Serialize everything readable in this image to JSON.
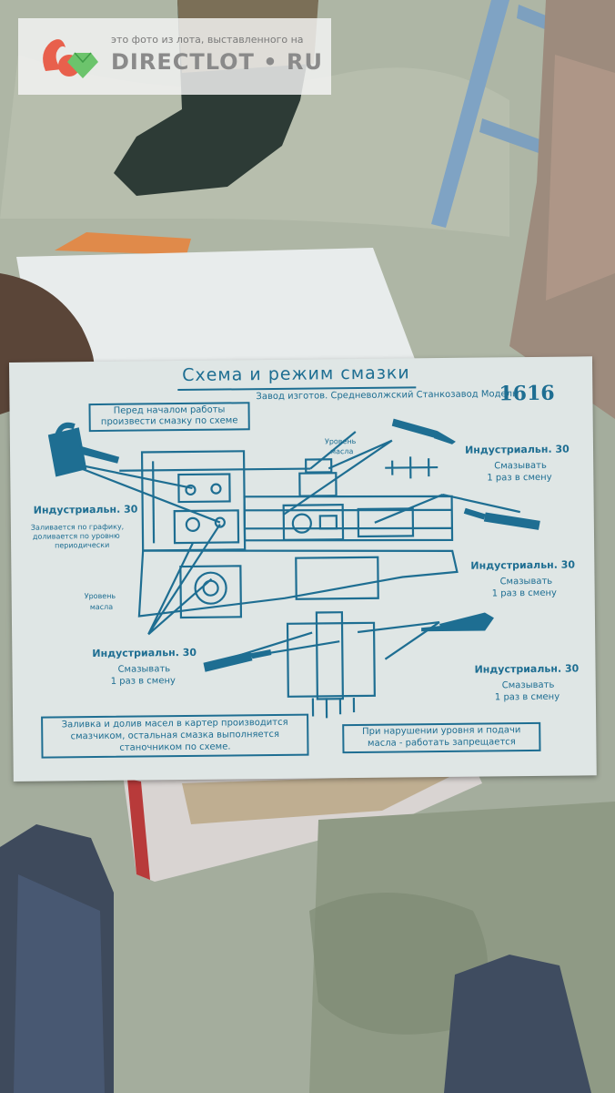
{
  "watermark": {
    "caption": "это фото из лота, выставленного на",
    "brand": "DIRECTLOT • RU"
  },
  "card": {
    "title": "Схема и режим смазки",
    "factory": "Завод изготов. Средневолжский Станкозавод Модель",
    "model": "1616",
    "before_work": [
      "Перед началом работы",
      "произвести смазку по схеме"
    ],
    "oil_level_top": [
      "Уровень",
      "масла"
    ],
    "oil_level_left": [
      "Уровень",
      "масла"
    ],
    "left_oil": {
      "name": "Индустриальн. 30",
      "notes": [
        "Заливается по графику,",
        "доливается по уровню",
        "периодически"
      ]
    },
    "right_top": {
      "name": "Индустриальн. 30",
      "notes": [
        "Смазывать",
        "1 раз в смену"
      ]
    },
    "right_mid": {
      "name": "Индустриальн. 30",
      "notes": [
        "Смазывать",
        "1 раз в смену"
      ]
    },
    "center_bottom": {
      "name": "Индустриальн. 30",
      "notes": [
        "Смазывать",
        "1 раз в смену"
      ]
    },
    "right_bottom": {
      "name": "Индустриальн. 30",
      "notes": [
        "Смазывать",
        "1 раз в смену"
      ]
    },
    "footer_left": [
      "Заливка и долив масел в картер производится",
      "смазчиком, остальная смазка выполняется",
      "станочником по схеме."
    ],
    "footer_right": [
      "При нарушении уровня и подачи",
      "масла - работать запрещается"
    ]
  },
  "colors": {
    "ink": "#1e6e92",
    "card": "#dfe6e5",
    "tarp": "#9aa394"
  }
}
